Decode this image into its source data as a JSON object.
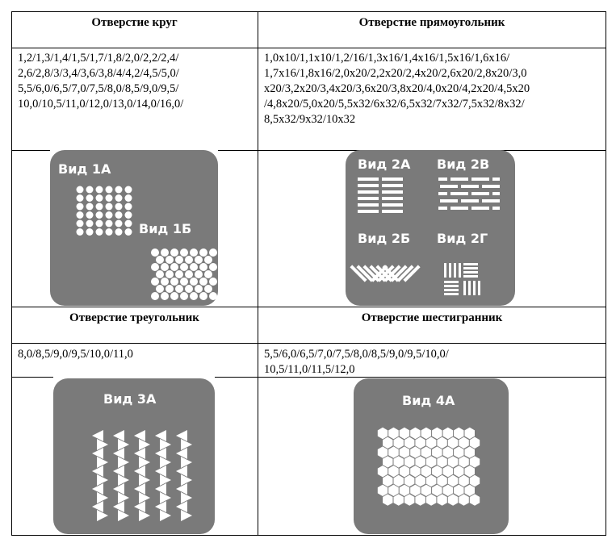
{
  "table": {
    "rows": [
      {
        "left": {
          "header": "Отверстие круг",
          "sizes": "1,2/1,3/1,4/1,5/1,7/1,8/2,0/2,2/2,4/\n2,6/2,8/3/3,4/3,6/3,8/4/4,2/4,5/5,0/\n5,5/6,0/6,5/7,0/7,5/8,0/8,5/9,0/9,5/\n10,0/10,5/11,0/12,0/13,0/14,0/16,0/",
          "views": [
            "Вид 1А",
            "Вид 1Б"
          ]
        },
        "right": {
          "header": "Отверстие прямоугольник",
          "sizes": "1,0x10/1,1x10/1,2/16/1,3x16/1,4x16/1,5x16/1,6x16/\n1,7x16/1,8x16/2,0x20/2,2x20/2,4x20/2,6x20/2,8x20/3,0\nx20/3,2x20/3,4x20/3,6x20/3,8x20/4,0x20/4,2x20/4,5x20\n/4,8x20/5,0x20/5,5x32/6x32/6,5x32/7x32/7,5x32/8x32/\n8,5x32/9x32/10x32",
          "views": [
            "Вид 2А",
            "Вид 2В",
            "Вид 2Б",
            "Вид 2Г"
          ]
        }
      },
      {
        "left": {
          "header": "Отверстие треугольник",
          "sizes": "8,0/8,5/9,0/9,5/10,0/11,0",
          "views": [
            "Вид 3А"
          ]
        },
        "right": {
          "header": "Отверстие шестигранник",
          "sizes": "5,5/6,0/6,5/7,0/7,5/8,0/8,5/9,0/9,5/10,0/\n10,5/11,0/11,5/12,0",
          "views": [
            "Вид 4А"
          ]
        }
      }
    ]
  },
  "colors": {
    "panel": "#7a7a7a",
    "hole": "#ffffff",
    "border": "#000000"
  }
}
